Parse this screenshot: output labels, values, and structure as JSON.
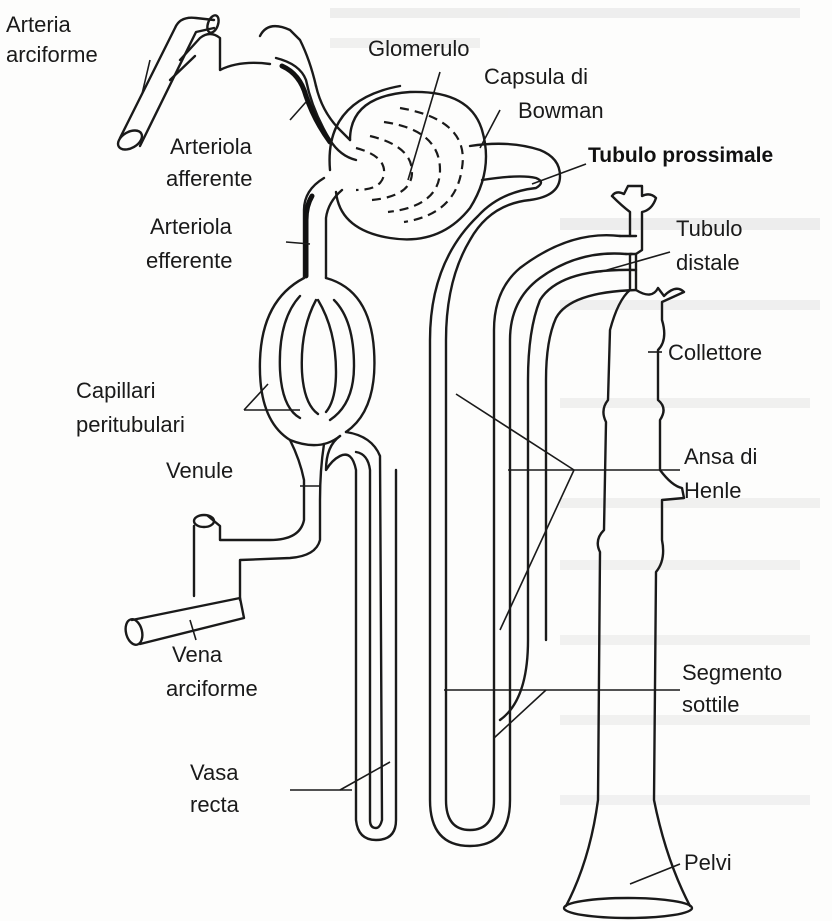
{
  "labels": {
    "arteria_arciforme": [
      "Arteria",
      "arciforme"
    ],
    "glomerulo": "Glomerulo",
    "capsula_bowman": [
      "Capsula di",
      "Bowman"
    ],
    "tubulo_prossimale": "Tubulo prossimale",
    "arteriola_afferente": [
      "Arteriola",
      "afferente"
    ],
    "arteriola_efferente": [
      "Arteriola",
      "efferente"
    ],
    "tubulo_distale": [
      "Tubulo",
      "distale"
    ],
    "collettore": "Collettore",
    "capillari_peritubulari": [
      "Capillari",
      "peritubulari"
    ],
    "venule": "Venule",
    "ansa_henle": [
      "Ansa di",
      "Henle"
    ],
    "vena_arciforme": [
      "Vena",
      "arciforme"
    ],
    "segmento_sottile": [
      "Segmento",
      "sottile"
    ],
    "vasa_recta": [
      "Vasa",
      "recta"
    ],
    "pelvi": "Pelvi"
  },
  "colors": {
    "ink": "#1a1a1a",
    "paper": "#fdfdfc",
    "bleed_through": "#d8d8d8"
  }
}
